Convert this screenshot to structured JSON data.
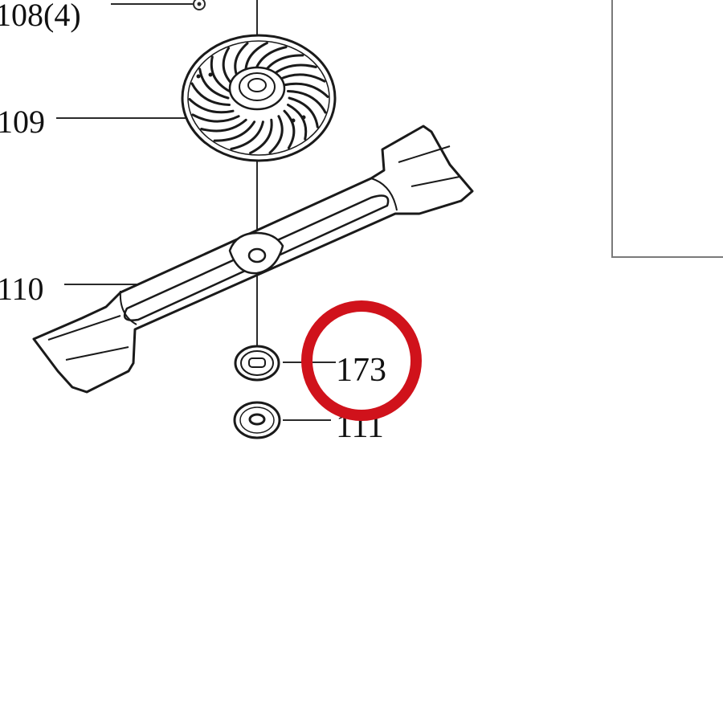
{
  "callouts": {
    "part_108": "108(4)",
    "part_109": "109",
    "part_110": "110",
    "part_173": "173",
    "part_111": "111"
  },
  "highlight": {
    "target": "173",
    "color": "#d0121b"
  },
  "colors": {
    "line": "#2a2a2a",
    "frame": "#7a7a7a",
    "background": "#ffffff"
  }
}
